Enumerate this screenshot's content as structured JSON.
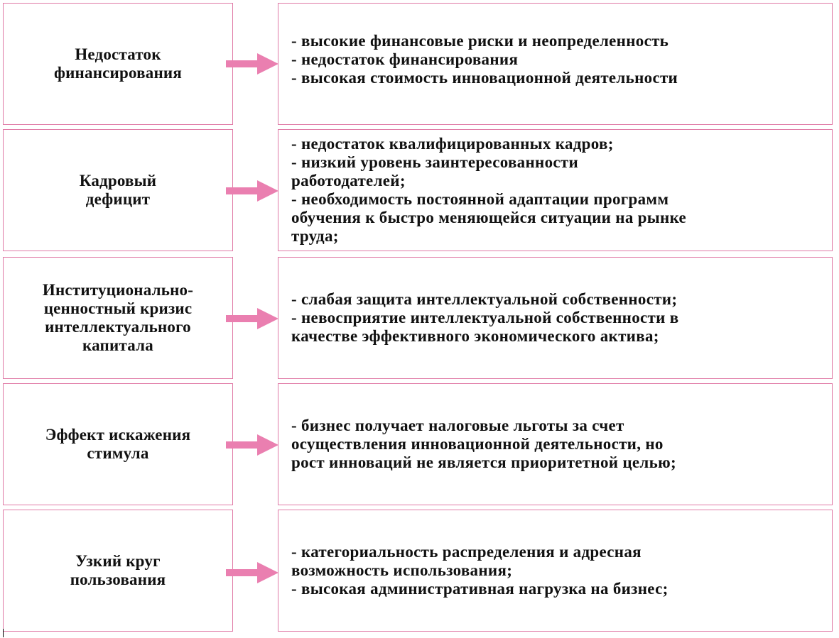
{
  "colors": {
    "border": "#e07aa6",
    "arrow": "#ea7fb0",
    "text": "#111111"
  },
  "rows": [
    {
      "cause": "Недостаток\nфинансирования",
      "effects": "- высокие финансовые  риски и неопределенность\n- недостаток финансирования\n- высокая стоимость инновационной  деятельности"
    },
    {
      "cause": "Кадровый\nдефицит",
      "effects": "- недостаток квалифицированных кадров;\n- низкий уровень заинтересованности\nработодателей;\n- необходимость постоянной адаптации программ\nобучения к быстро меняющейся ситуации на рынке\nтруда;"
    },
    {
      "cause": "Институционально-\nценностный кризис\nинтеллектуального\nкапитала",
      "effects": "  - слабая защита интеллектуальной собственности;\n- невосприятие интеллектуальной собственности в\nкачестве эффективного экономического актива;"
    },
    {
      "cause": "Эффект искажения\nстимула",
      "effects": "  - бизнес получает налоговые льготы за счет\nосуществления инновационной  деятельности, но\nрост инноваций не является приоритетной целью;"
    },
    {
      "cause": "Узкий круг\nпользования",
      "effects": "- категориальность распределения  и адресная\nвозможность использования;\n- высокая административная  нагрузка на бизнес;"
    }
  ]
}
